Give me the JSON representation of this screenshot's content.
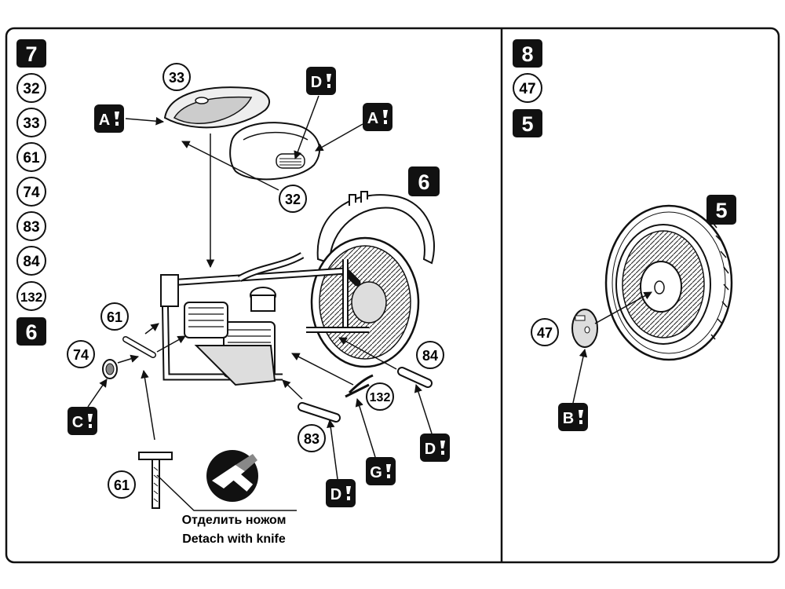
{
  "left_panel": {
    "step_number": "7",
    "part_list": [
      "32",
      "33",
      "61",
      "74",
      "83",
      "84",
      "132"
    ],
    "from_step": "6",
    "assembly_badge": "6",
    "callouts": {
      "tank_right": "33",
      "tank_left": "32",
      "rod": "61",
      "hub": "74",
      "lever_right": "84",
      "clip": "132",
      "lever_left": "83",
      "sprue_part": "61"
    },
    "paint_markers": {
      "tank_left": "A",
      "tank_right": "A",
      "badge_top": "D",
      "hub": "C",
      "lever_right": "D",
      "clip": "G",
      "lever_left": "D"
    },
    "note_ru": "Отделить ножом",
    "note_en": "Detach with knife"
  },
  "right_panel": {
    "step_number": "8",
    "part_list": [
      "47"
    ],
    "from_step": "5",
    "assembly_badge": "5",
    "callouts": {
      "cover": "47"
    },
    "paint_markers": {
      "cover": "B"
    }
  },
  "colors": {
    "ink": "#111111",
    "paper": "#ffffff",
    "badge": "#111111",
    "part_fill": "#eeeeee"
  }
}
